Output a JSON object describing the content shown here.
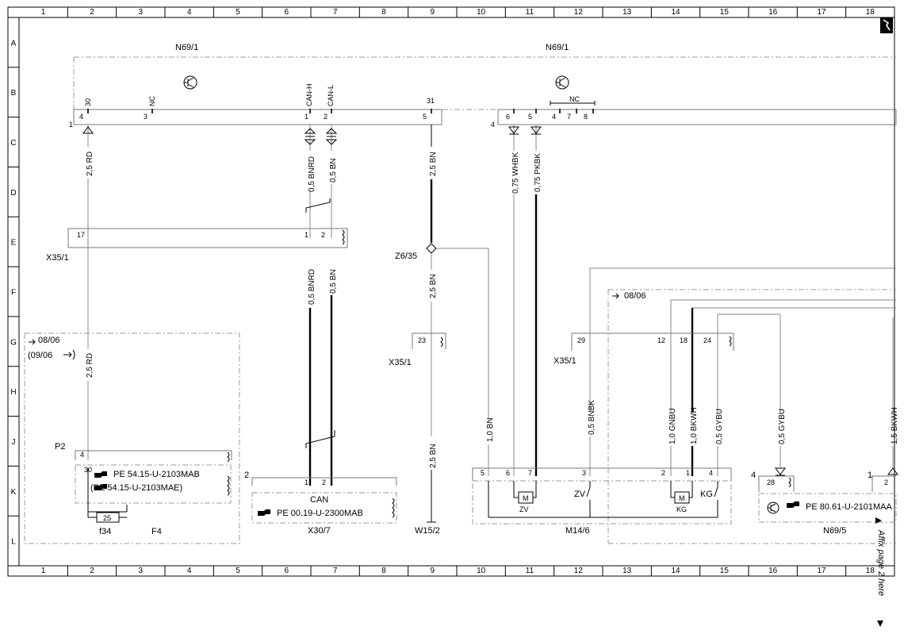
{
  "grid": {
    "columns": [
      "1",
      "2",
      "3",
      "4",
      "5",
      "6",
      "7",
      "8",
      "9",
      "10",
      "11",
      "12",
      "13",
      "14",
      "15",
      "16",
      "17",
      "18"
    ],
    "rows": [
      "A",
      "B",
      "C",
      "D",
      "E",
      "F",
      "G",
      "H",
      "J",
      "K",
      "L"
    ]
  },
  "components": {
    "n69_1_left": "N69/1",
    "n69_1_right": "N69/1",
    "x35_1_top": "X35/1",
    "x35_1_mid": "X35/1",
    "x35_1_right": "X35/1",
    "z6_35": "Z6/35",
    "w15_2": "W15/2",
    "x30_7": "X30/7",
    "m14_6": "M14/6",
    "n69_5": "N69/5",
    "f4": "F4",
    "f34": "f34",
    "p2": "P2",
    "can": "CAN",
    "zv_label": "ZV",
    "kg_label": "KG",
    "zv_motor": "ZV",
    "kg_motor": "KG",
    "motor": "M"
  },
  "pin_names": {
    "p30": "30",
    "nc1": "NC",
    "canh": "CAN-H",
    "canl": "CAN-L",
    "p31": "31",
    "nc2": "NC"
  },
  "pins": {
    "n69_left": [
      "1",
      "4",
      "3",
      "1",
      "2",
      "5"
    ],
    "n69_right": [
      "4",
      "6",
      "5",
      "4",
      "7",
      "8"
    ],
    "x35_top": [
      "17",
      "1",
      "2"
    ],
    "x35_mid": [
      "23"
    ],
    "x35_right": [
      "29",
      "12",
      "18",
      "24"
    ],
    "p2": [
      "4",
      "30"
    ],
    "fuse": "25",
    "x30_7": [
      "2",
      "1",
      "2"
    ],
    "m14_6": [
      "5",
      "6",
      "7",
      "3",
      "2",
      "1",
      "4"
    ],
    "n69_5": [
      "4",
      "28",
      "1",
      "2"
    ]
  },
  "wires": {
    "w1": "2,5 RD",
    "w2": "0,5 BNRD",
    "w3": "0,5 BN",
    "w4": "2,5 BN",
    "w5": "0,75 WHBK",
    "w6": "0,75 PKBK",
    "w7": "0,5 BNRD",
    "w8": "0,5 BN",
    "w9": "2,5 BN",
    "w10": "2,5 RD",
    "w11": "2,5 BN",
    "w12": "1,0 BN",
    "w13": "0,5 BNBK",
    "w14": "1,0 GNBU",
    "w15": "1,0 BKWH",
    "w16": "0,5 GYBU",
    "w17": "0,5 GYBU",
    "w18": "1,5 BKWH"
  },
  "dates": {
    "d1": "08/06",
    "d2": "(09/06",
    "d3": "08/06"
  },
  "refs": {
    "pe1": "PE 54.15-U-2103MAB",
    "pe2": "(PE 54.15-U-2103MAE)",
    "pe3": "PE 00.19-U-2300MAB",
    "pe4": "PE 80.61-U-2101MAA"
  },
  "affix_note": "Affix page 2 here"
}
